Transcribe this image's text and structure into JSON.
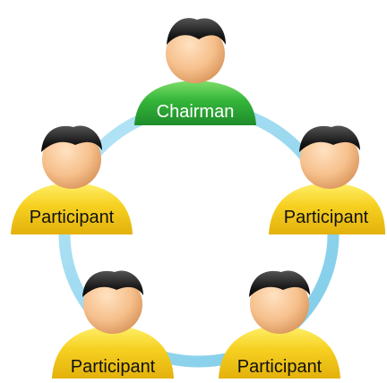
{
  "diagram": {
    "ring_color": "#8fd3ee",
    "chairman": {
      "label": "Chairman",
      "shirt_color": "#2faf3c",
      "icon": "person-icon"
    },
    "participants": [
      {
        "label": "Participant",
        "shirt_color": "#f6d020",
        "icon": "person-icon"
      },
      {
        "label": "Participant",
        "shirt_color": "#f6d020",
        "icon": "person-icon"
      },
      {
        "label": "Participant",
        "shirt_color": "#f6d020",
        "icon": "person-icon"
      },
      {
        "label": "Participant",
        "shirt_color": "#f6d020",
        "icon": "person-icon"
      }
    ],
    "skin_color": "#f6c08c",
    "hair_color": "#1c1c1c"
  }
}
